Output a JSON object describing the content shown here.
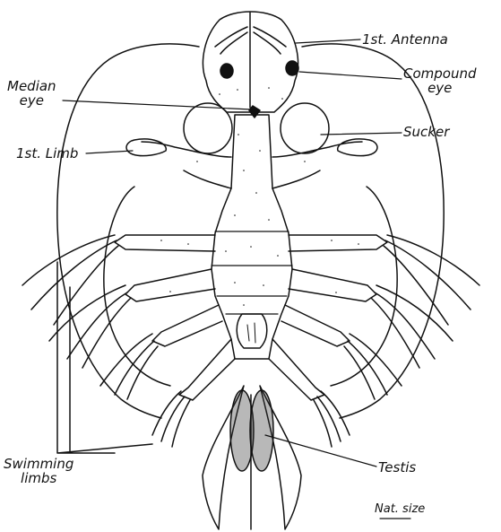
{
  "labels": {
    "first_antenna": "1st. Antenna",
    "compound_eye": [
      "Compound",
      "eye"
    ],
    "median_eye": [
      "Median",
      "eye"
    ],
    "sucker": "Sucker",
    "first_limb": "1st. Limb",
    "swimming_limbs": [
      "Swimming",
      "limbs"
    ],
    "testis": "Testis",
    "scale": "Nat. size"
  }
}
